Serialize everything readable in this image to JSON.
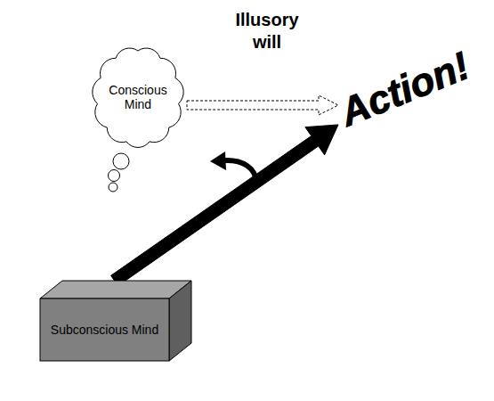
{
  "diagram": {
    "nodes": [
      {
        "text": [
          "Conscious Mind"
        ]
      },
      {
        "text": [
          "Action!"
        ]
      },
      {
        "text": [
          "Subconscious Mind"
        ]
      }
    ],
    "edges": [
      {
        "from": 0,
        "to": 1,
        "label": "Illusory will",
        "arrow": "to"
      },
      {
        "from": 2,
        "to": 1,
        "arrow": "to"
      }
    ]
  }
}
